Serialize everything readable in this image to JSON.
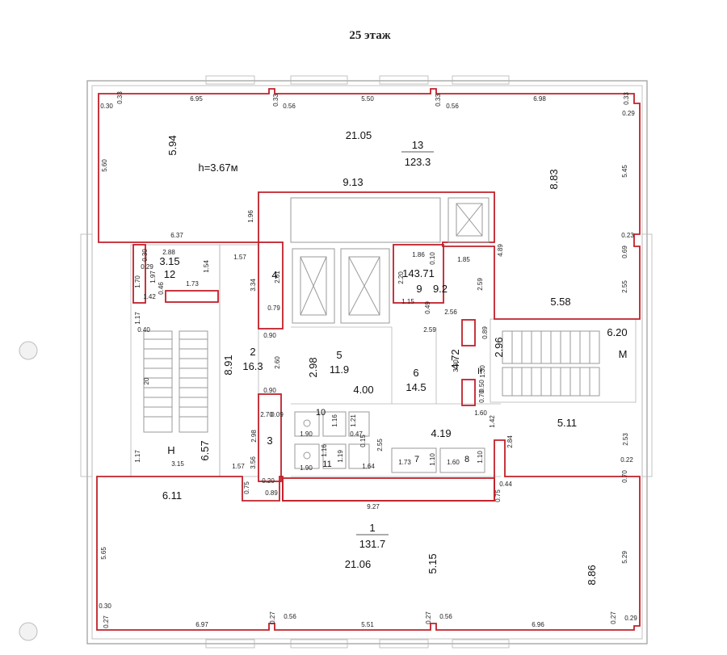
{
  "title": "25 этаж",
  "ceiling_height": "h=3.67м",
  "rooms": [
    {
      "id": "13",
      "area": "123.3"
    },
    {
      "id": "1",
      "area": "131.7"
    },
    {
      "id": "2",
      "area": "16.3"
    },
    {
      "id": "5",
      "area": "11.9"
    },
    {
      "id": "6",
      "area": "14.5"
    },
    {
      "id": "12",
      "area": "3.15"
    },
    {
      "id": "4",
      "area": ""
    },
    {
      "id": "9",
      "area": "9.2"
    },
    {
      "id": "3",
      "area": ""
    },
    {
      "id": "10",
      "area": ""
    },
    {
      "id": "11",
      "area": ""
    },
    {
      "id": "7",
      "area": ""
    },
    {
      "id": "8",
      "area": ""
    },
    {
      "id": "II",
      "area": ""
    }
  ],
  "markers": {
    "stair_n": "Н",
    "stair_m": "М"
  },
  "dimensions_large": [
    "21.05",
    "5.94",
    "9.13",
    "8.83",
    "143.71",
    "5.58",
    "6.20",
    "2.96",
    "4.72",
    "4.00",
    "2.98",
    "8.91",
    "6.57",
    "6.11",
    "4.19",
    "5.11",
    "21.06",
    "5.15",
    "8.86"
  ],
  "dimensions_small": [
    "0.30",
    "0.33",
    "6.95",
    "0.33",
    "0.56",
    "5.50",
    "0.33",
    "0.56",
    "6.98",
    "0.33",
    "0.29",
    "5.60",
    "5.45",
    "6.37",
    "0.23",
    "0.69",
    "2.55",
    "1.96",
    "2.88",
    "0.30",
    "0.29",
    "1.97",
    "1.70",
    "0.46",
    "1.42",
    "1.73",
    "1.54",
    "1.57",
    "3.34",
    "2.61",
    "0.79",
    "1.86",
    "0.10",
    "1.85",
    "2.20",
    "2.59",
    "4.89",
    "1.15",
    "0.49",
    "2.56",
    "2.59",
    "0.89",
    "0.90",
    "2.60",
    "3.30",
    "1.30",
    "0.50",
    "0.70",
    "1.17",
    "0.40",
    "0.90",
    "2.98",
    "2.70",
    "0.09",
    "1.16",
    "1.21",
    "0.47",
    "0.15",
    "2.55",
    "1.60",
    "1.42",
    "2.84",
    "1.90",
    "1.16",
    "1.19",
    "1.90",
    "1.64",
    "1.73",
    "1.10",
    "1.60",
    "1.10",
    "0.44",
    "0.75",
    "2.53",
    "0.22",
    "0.70",
    "1.17",
    "3.15",
    "1.57",
    "3.56",
    "0.75",
    "0.20",
    "0.89",
    "9.27",
    "20",
    "5.65",
    "5.29",
    "0.30",
    "0.27",
    "6.97",
    "0.27",
    "0.56",
    "5.51",
    "0.27",
    "0.56",
    "6.96",
    "0.27",
    "0.29"
  ]
}
